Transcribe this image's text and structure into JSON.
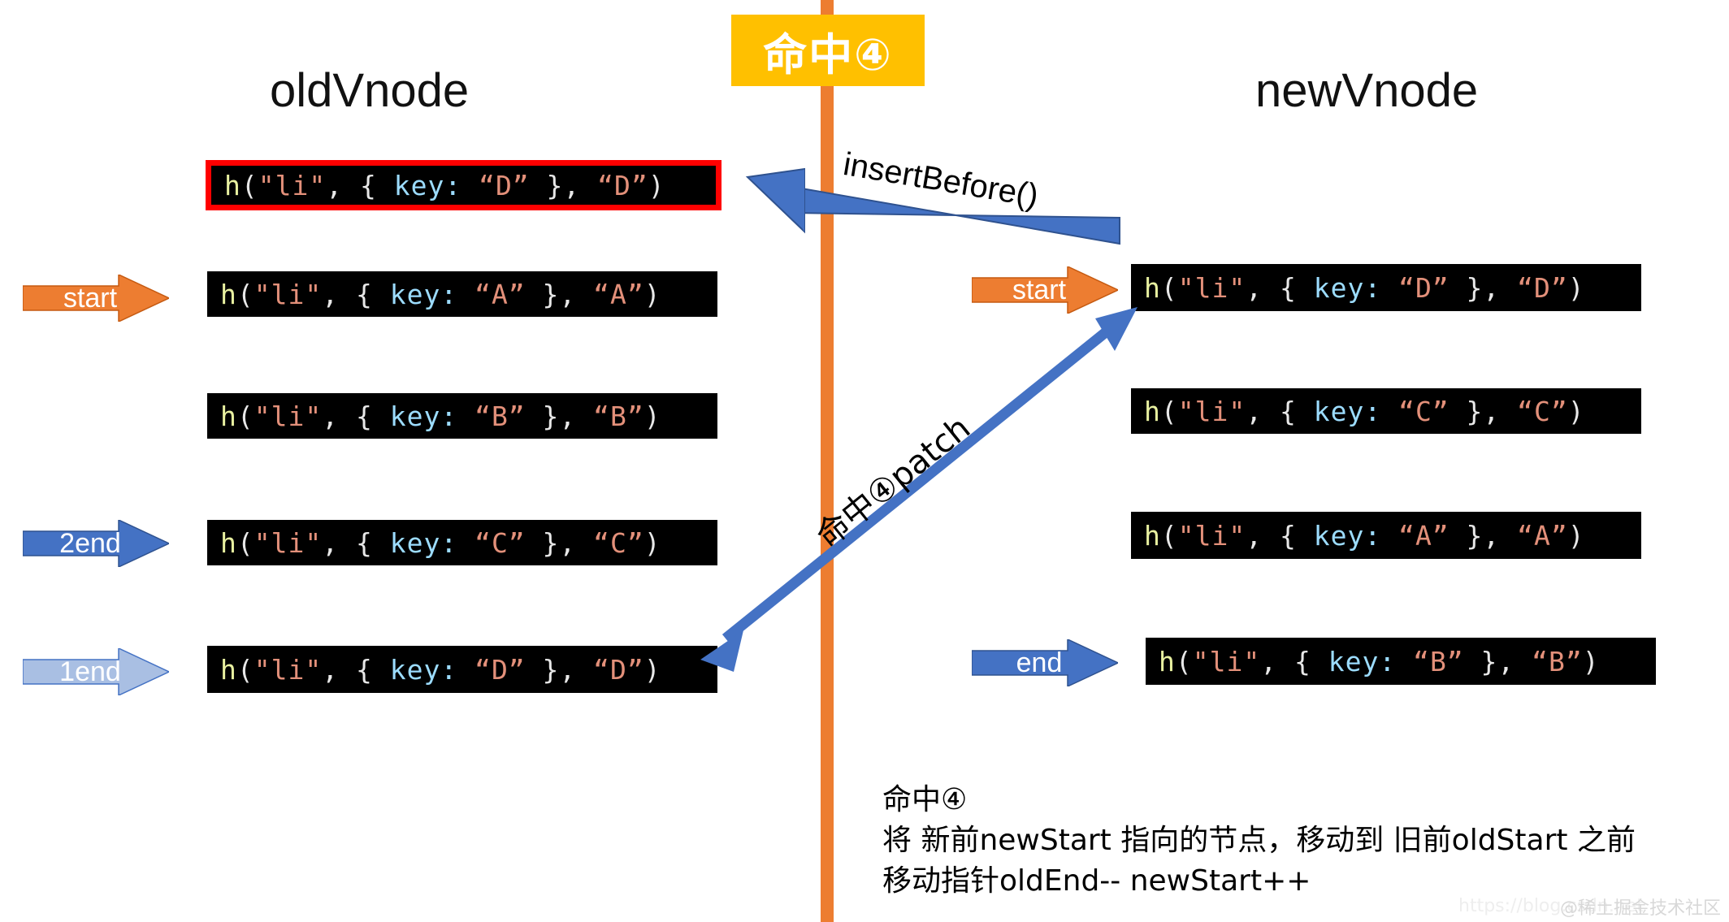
{
  "badge": {
    "text": "命中④"
  },
  "columns": {
    "left_title": "oldVnode",
    "right_title": "newVnode"
  },
  "colors": {
    "divider": "#ED7D31",
    "badge_bg": "#FFC000",
    "highlight_border": "#FF0000",
    "arrow_orange": "#ED7D31",
    "arrow_blue": "#4472C4",
    "arrow_blue_light": "#A9BFE3",
    "code_bg": "#000000",
    "token_fn": "#E8F0A0",
    "token_string": "#E3907A",
    "token_key": "#9CDCFE",
    "token_punct": "#E8E8E8"
  },
  "old_list": [
    {
      "key": "D",
      "code": "h(\"li\", { key: “D” }, “D”)",
      "highlighted": true,
      "pointer": null
    },
    {
      "key": "A",
      "code": "h(\"li\", { key: “A” }, “A”)",
      "highlighted": false,
      "pointer": "start"
    },
    {
      "key": "B",
      "code": "h(\"li\", { key: “B” }, “B”)",
      "highlighted": false,
      "pointer": null
    },
    {
      "key": "C",
      "code": "h(\"li\", { key: “C” }, “C”)",
      "highlighted": false,
      "pointer": "2end"
    },
    {
      "key": "D",
      "code": "h(\"li\", { key: “D” }, “D”)",
      "highlighted": false,
      "pointer": "1end"
    }
  ],
  "new_list": [
    {
      "key": "D",
      "code": "h(\"li\", { key: “D” }, “D”)",
      "pointer": "start"
    },
    {
      "key": "C",
      "code": "h(\"li\", { key: “C” }, “C”)",
      "pointer": null
    },
    {
      "key": "A",
      "code": "h(\"li\", { key: “A” }, “A”)",
      "pointer": null
    },
    {
      "key": "B",
      "code": "h(\"li\", { key: “B” }, “B”)",
      "pointer": "end"
    }
  ],
  "pointers": {
    "old_start": "start",
    "old_2end": "2end",
    "old_1end": "1end",
    "new_start": "start",
    "new_end": "end"
  },
  "annotations": {
    "insert_before": "insertBefore()",
    "patch": "命中④patch"
  },
  "caption": {
    "line1": "命中④",
    "line2": "将 新前newStart 指向的节点，移动到 旧前oldStart 之前",
    "line3": "移动指针oldEnd-- newStart++"
  },
  "watermark": {
    "url": "https://blog.csdn.net",
    "handle": "@稀土掘金技术社区"
  }
}
